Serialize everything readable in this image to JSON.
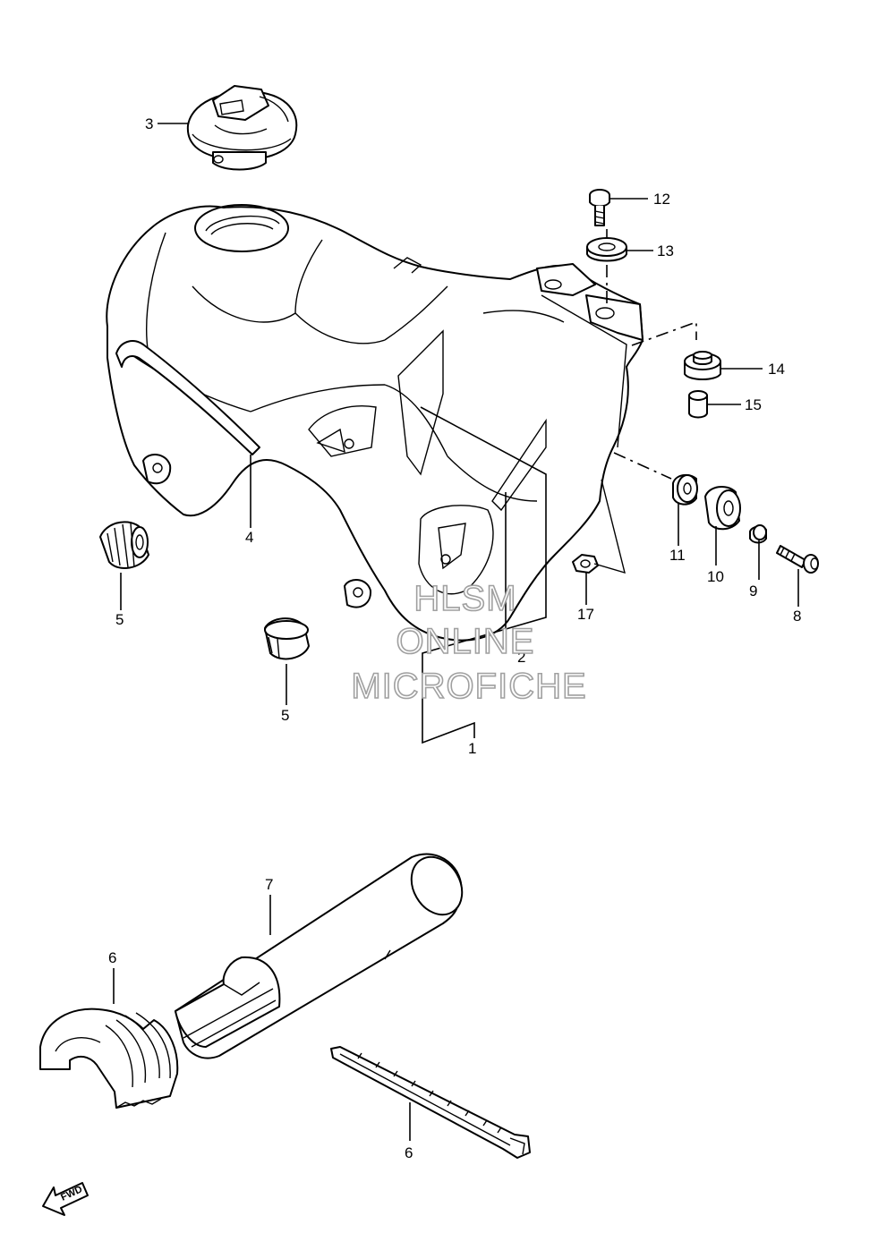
{
  "watermark": {
    "line1": "HLSM",
    "line2": "ONLINE",
    "line3": "MICROFICHE"
  },
  "direction_label": "FWD",
  "callouts": [
    {
      "id": "c1",
      "label": "1"
    },
    {
      "id": "c2",
      "label": "2"
    },
    {
      "id": "c3",
      "label": "3"
    },
    {
      "id": "c4",
      "label": "4"
    },
    {
      "id": "c5a",
      "label": "5"
    },
    {
      "id": "c5b",
      "label": "5"
    },
    {
      "id": "c6",
      "label": "6"
    },
    {
      "id": "c7",
      "label": "7"
    },
    {
      "id": "c8",
      "label": "8"
    },
    {
      "id": "c9",
      "label": "9"
    },
    {
      "id": "c10",
      "label": "10"
    },
    {
      "id": "c11",
      "label": "11"
    },
    {
      "id": "c12",
      "label": "12"
    },
    {
      "id": "c13",
      "label": "13"
    },
    {
      "id": "c14",
      "label": "14"
    },
    {
      "id": "c15",
      "label": "15"
    },
    {
      "id": "c16",
      "label": "16"
    },
    {
      "id": "c17",
      "label": "17"
    }
  ]
}
